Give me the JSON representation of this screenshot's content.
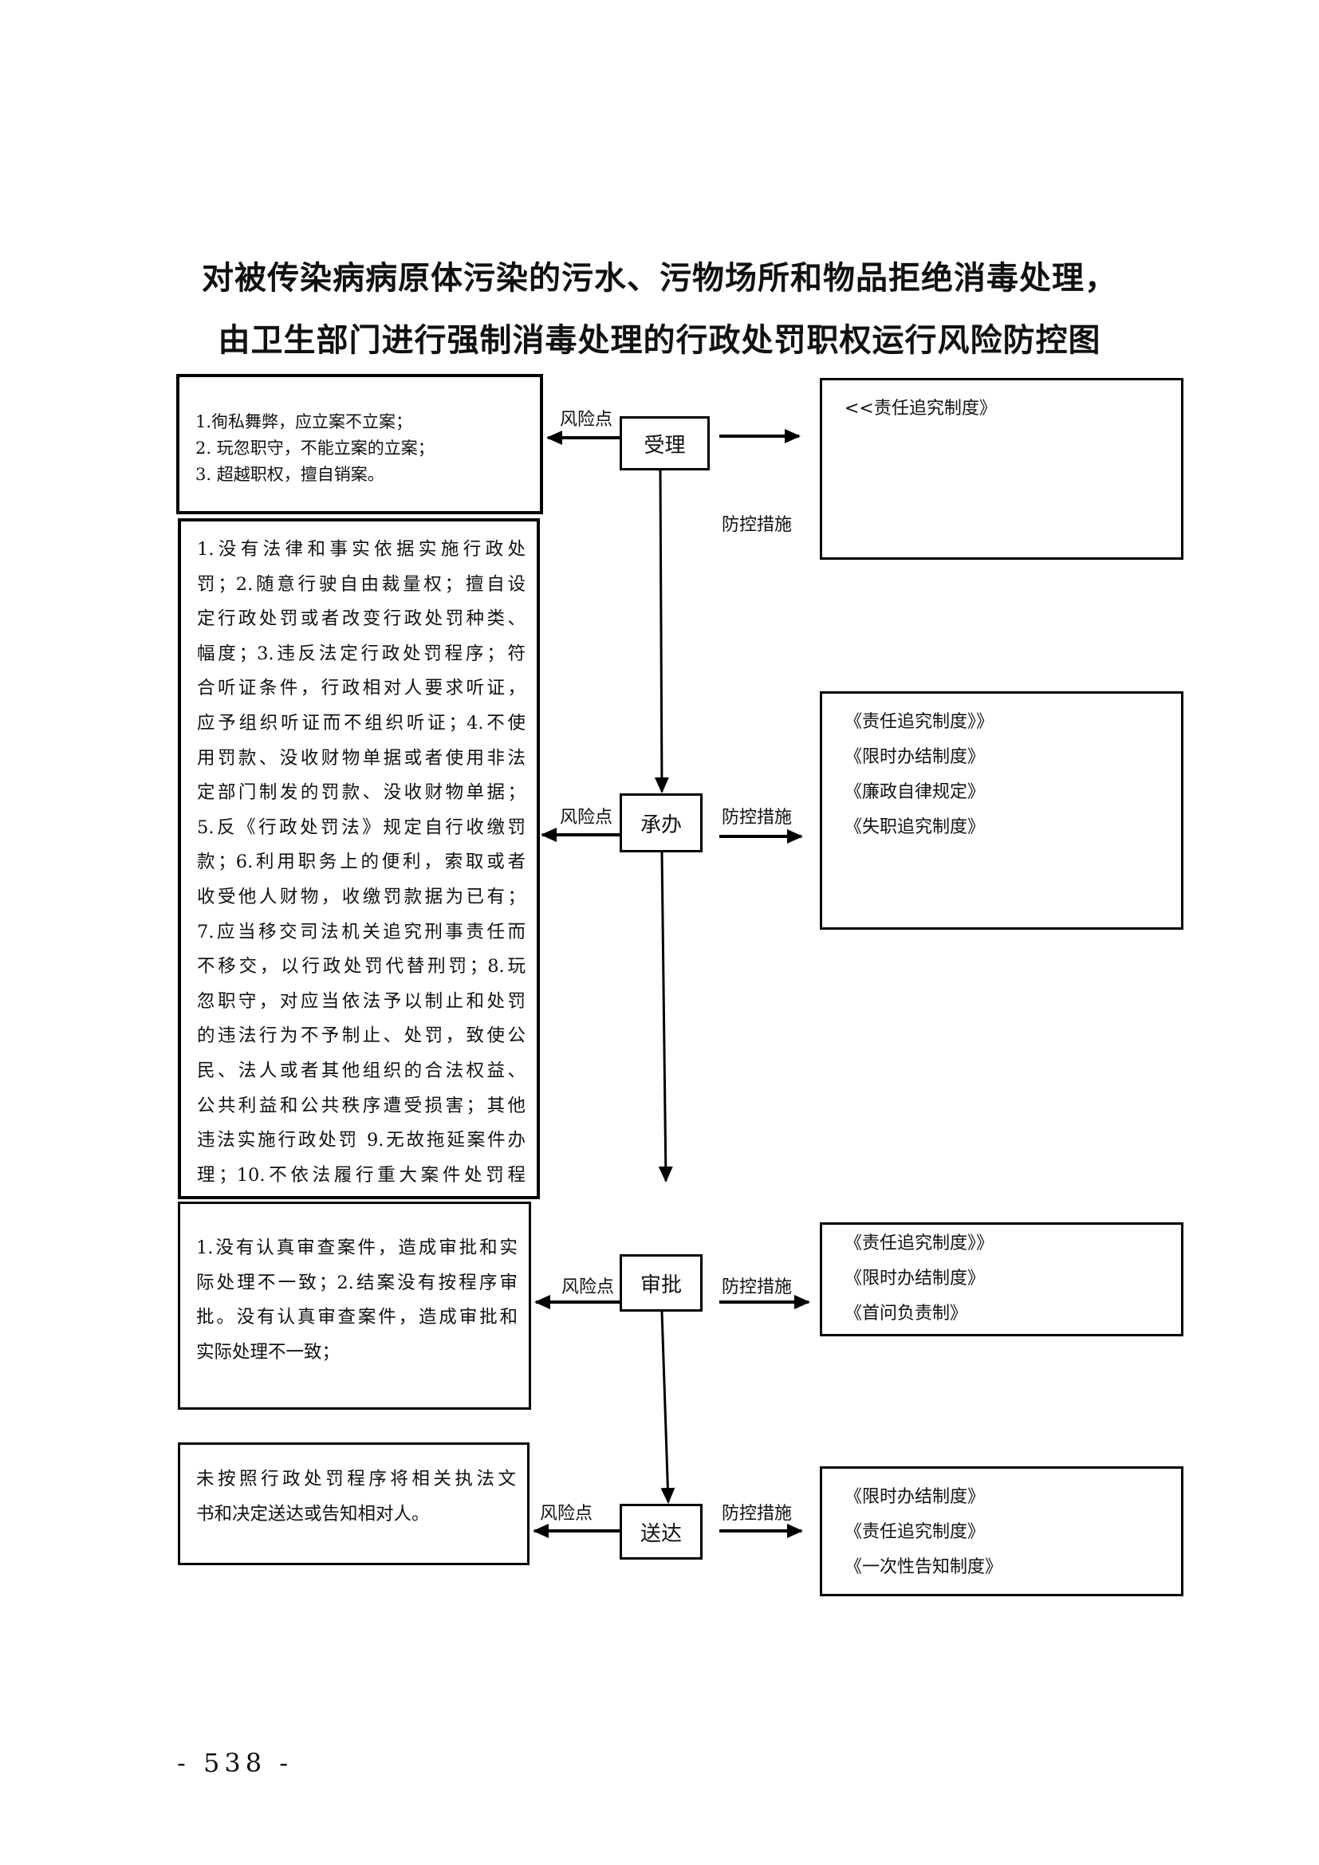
{
  "title": {
    "line1": "对被传染病病原体污染的污水、污物场所和物品拒绝消毒处理，",
    "line2": "由卫生部门进行强制消毒处理的行政处罚职权运行风险防控图"
  },
  "labels": {
    "risk_point": "风险点",
    "control_measures": "防控措施"
  },
  "steps": [
    {
      "name": "受理",
      "risks": [
        "1.徇私舞弊，应立案不立案；",
        "2. 玩忽职守，不能立案的立案；",
        "3. 超越职权，擅自销案。"
      ],
      "measures": [
        "<<责任追究制度》"
      ]
    },
    {
      "name": "承办",
      "risks": [
        "1.没有法律和事实依据实施行政处",
        "罚；2.随意行驶自由裁量权；擅自设",
        "定行政处罚或者改变行政处罚种类、",
        "幅度；3.违反法定行政处罚程序；符",
        "合听证条件，行政相对人要求听证，",
        "应予组织听证而不组织听证；4.不使",
        "用罚款、没收财物单据或者使用非法",
        "定部门制发的罚款、没收财物单据；",
        "5.反《行政处罚法》规定自行收缴罚",
        "款；6.利用职务上的便利，索取或者",
        "收受他人财物，收缴罚款据为已有；",
        "7.应当移交司法机关追究刑事责任而",
        "不移交，以行政处罚代替刑罚；8.玩",
        "忽职守，对应当依法予以制止和处罚",
        "的违法行为不予制止、处罚，致使公",
        "民、法人或者其他组织的合法权益、",
        "公共利益和公共秩序遭受损害；其他",
        "违法实施行政处罚 9.无故拖延案件办",
        "理；10.不依法履行重大案件处罚程"
      ],
      "measures": [
        "《责任追究制度》》",
        "《限时办结制度》",
        "《廉政自律规定》",
        "《失职追究制度》"
      ]
    },
    {
      "name": "审批",
      "risks": [
        "1.没有认真审查案件，造成审批和实",
        "际处理不一致；2.结案没有按程序审",
        "批。没有认真审查案件，造成审批和",
        "实际处理不一致；"
      ],
      "measures": [
        "《责任追究制度》》",
        "《限时办结制度》",
        "《首问负责制》"
      ]
    },
    {
      "name": "送达",
      "risks": [
        "未按照行政处罚程序将相关执法文",
        "书和决定送达或告知相对人。"
      ],
      "measures": [
        "《限时办结制度》",
        "《责任追究制度》",
        "《一次性告知制度》"
      ]
    }
  ],
  "page_number": "- 538 -"
}
